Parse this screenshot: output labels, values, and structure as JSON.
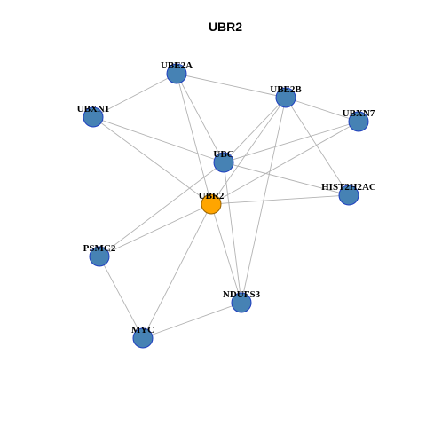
{
  "title": "UBR2",
  "colors": {
    "edge": "#b3b3b3",
    "node_fill": "#4682b4",
    "node_stroke": "#1f3fbf",
    "focus_fill": "#ffa500",
    "focus_stroke": "#996300",
    "background": "#ffffff"
  },
  "nodes": [
    {
      "id": "UBE2A",
      "label": "UBE2A",
      "focus": false
    },
    {
      "id": "UBE2B",
      "label": "UBE2B",
      "focus": false
    },
    {
      "id": "UBXN1",
      "label": "UBXN1",
      "focus": false
    },
    {
      "id": "UBXN7",
      "label": "UBXN7",
      "focus": false
    },
    {
      "id": "UBC",
      "label": "UBC",
      "focus": false
    },
    {
      "id": "HIST2H2AC",
      "label": "HIST2H2AC",
      "focus": false
    },
    {
      "id": "UBR2",
      "label": "UBR2",
      "focus": true
    },
    {
      "id": "PSMC2",
      "label": "PSMC2",
      "focus": false
    },
    {
      "id": "NDUFS3",
      "label": "NDUFS3",
      "focus": false
    },
    {
      "id": "MYC",
      "label": "MYC",
      "focus": false
    }
  ],
  "edges": [
    [
      "UBE2A",
      "UBXN1"
    ],
    [
      "UBE2A",
      "UBE2B"
    ],
    [
      "UBE2A",
      "UBC"
    ],
    [
      "UBE2A",
      "UBR2"
    ],
    [
      "UBE2B",
      "UBXN7"
    ],
    [
      "UBE2B",
      "UBC"
    ],
    [
      "UBE2B",
      "HIST2H2AC"
    ],
    [
      "UBE2B",
      "UBR2"
    ],
    [
      "UBE2B",
      "NDUFS3"
    ],
    [
      "UBXN1",
      "UBC"
    ],
    [
      "UBXN1",
      "UBR2"
    ],
    [
      "UBXN7",
      "UBC"
    ],
    [
      "UBXN7",
      "UBR2"
    ],
    [
      "UBC",
      "HIST2H2AC"
    ],
    [
      "UBC",
      "PSMC2"
    ],
    [
      "UBC",
      "NDUFS3"
    ],
    [
      "UBR2",
      "HIST2H2AC"
    ],
    [
      "UBR2",
      "PSMC2"
    ],
    [
      "UBR2",
      "NDUFS3"
    ],
    [
      "UBR2",
      "MYC"
    ],
    [
      "PSMC2",
      "MYC"
    ],
    [
      "NDUFS3",
      "MYC"
    ]
  ]
}
